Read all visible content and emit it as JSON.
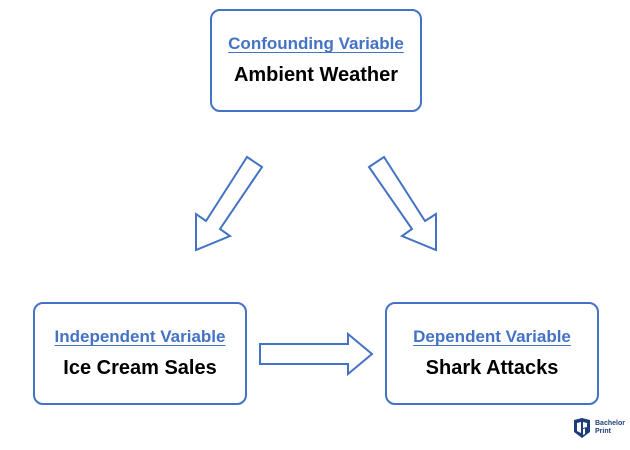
{
  "nodes": {
    "top": {
      "type_label": "Confounding Variable",
      "name": "Ambient Weather"
    },
    "left": {
      "type_label": "Independent Variable",
      "name": "Ice Cream Sales"
    },
    "right": {
      "type_label": "Dependent Variable",
      "name": "Shark Attacks"
    }
  },
  "arrows": [
    {
      "from": "top",
      "to": "left"
    },
    {
      "from": "top",
      "to": "right"
    },
    {
      "from": "left",
      "to": "right"
    }
  ],
  "logo": {
    "line1": "Bachelor",
    "line2": "Print"
  },
  "colors": {
    "accent": "#4472c4",
    "text": "#000000",
    "logo": "#1f3d7a"
  }
}
